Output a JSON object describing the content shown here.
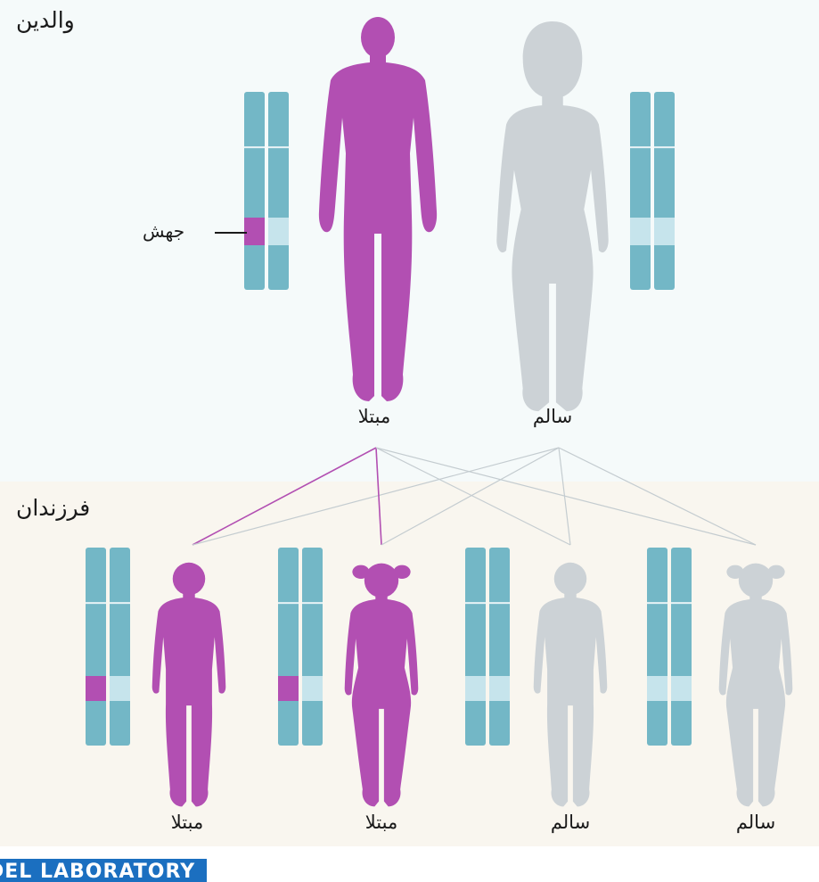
{
  "parents": {
    "title": "والدین",
    "father": {
      "status": "مبتلا",
      "affected": true
    },
    "mother": {
      "status": "سالم",
      "affected": false
    },
    "mutation_label": "جهش"
  },
  "children": {
    "title": "فرزندان",
    "items": [
      {
        "type": "boy",
        "status": "مبتلا",
        "affected": true
      },
      {
        "type": "girl",
        "status": "مبتلا",
        "affected": true
      },
      {
        "type": "boy",
        "status": "سالم",
        "affected": false
      },
      {
        "type": "girl",
        "status": "سالم",
        "affected": false
      }
    ]
  },
  "logo": {
    "text": "DEL LABORATORY"
  },
  "colors": {
    "affected": "#b24fb2",
    "healthy": "#ccd2d6",
    "chromosome": "#73b7c6",
    "gene_band": "#c6e4ec",
    "line_affected": "#b24fb2",
    "line_healthy": "#c4ccd0",
    "parents_bg": "#f5fafa",
    "children_bg": "#f9f6ef",
    "logo_bg": "#1b6fc0"
  }
}
